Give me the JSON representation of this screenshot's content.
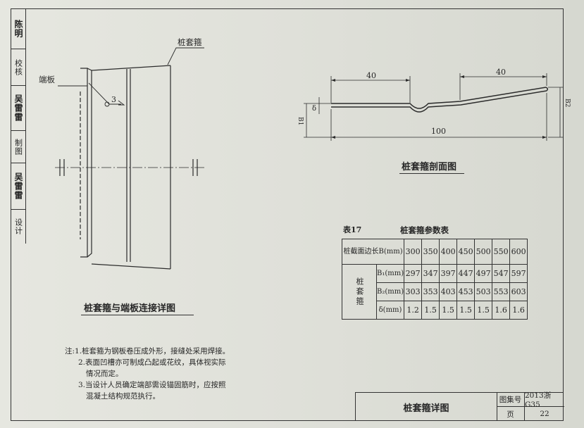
{
  "side_stripe": [
    {
      "text": "陈明",
      "signature": true
    },
    {
      "text": "校核",
      "signature": false
    },
    {
      "text": "吴雷雷",
      "signature": true
    },
    {
      "text": "制图",
      "signature": false
    },
    {
      "text": "吴雷雷",
      "signature": true
    },
    {
      "text": "设计",
      "signature": false
    }
  ],
  "detail_drawing": {
    "label_hoop": "桩套箍",
    "label_plate": "端板",
    "weld_mark": "3",
    "title": "桩套箍与端板连接详图"
  },
  "section_drawing": {
    "dim_left": "40",
    "dim_right": "40",
    "dim_total": "100",
    "label_b1": "B1",
    "label_delta": "δ",
    "label_b2": "B2",
    "title": "桩套箍剖面图"
  },
  "param_table": {
    "table_no": "表17",
    "title": "桩套箍参数表",
    "header_label": "桩截面边长B(mm)",
    "group_label": "桩套箍",
    "sizes": [
      "300",
      "350",
      "400",
      "450",
      "500",
      "550",
      "600"
    ],
    "rows": [
      {
        "label": "B₁(mm)",
        "values": [
          "297",
          "347",
          "397",
          "447",
          "497",
          "547",
          "597"
        ]
      },
      {
        "label": "B₂(mm)",
        "values": [
          "303",
          "353",
          "403",
          "453",
          "503",
          "553",
          "603"
        ]
      },
      {
        "label": "δ(mm)",
        "values": [
          "1.2",
          "1.5",
          "1.5",
          "1.5",
          "1.5",
          "1.6",
          "1.6"
        ]
      }
    ]
  },
  "notes": {
    "prefix": "注:",
    "items": [
      "1.桩套箍为钢板卷压成外形，接缝处采用焊接。",
      "2.表面凹槽亦可制成凸起或花纹，具体视实际",
      "情况而定。",
      "3.当设计人员确定端部需设锚固筋时，应按照",
      "混凝土结构规范执行。"
    ]
  },
  "title_block": {
    "drawing_name": "桩套箍详图",
    "atlas_label": "图集号",
    "atlas_value": "2013浙G35",
    "page_label": "页",
    "page_value": "22"
  }
}
